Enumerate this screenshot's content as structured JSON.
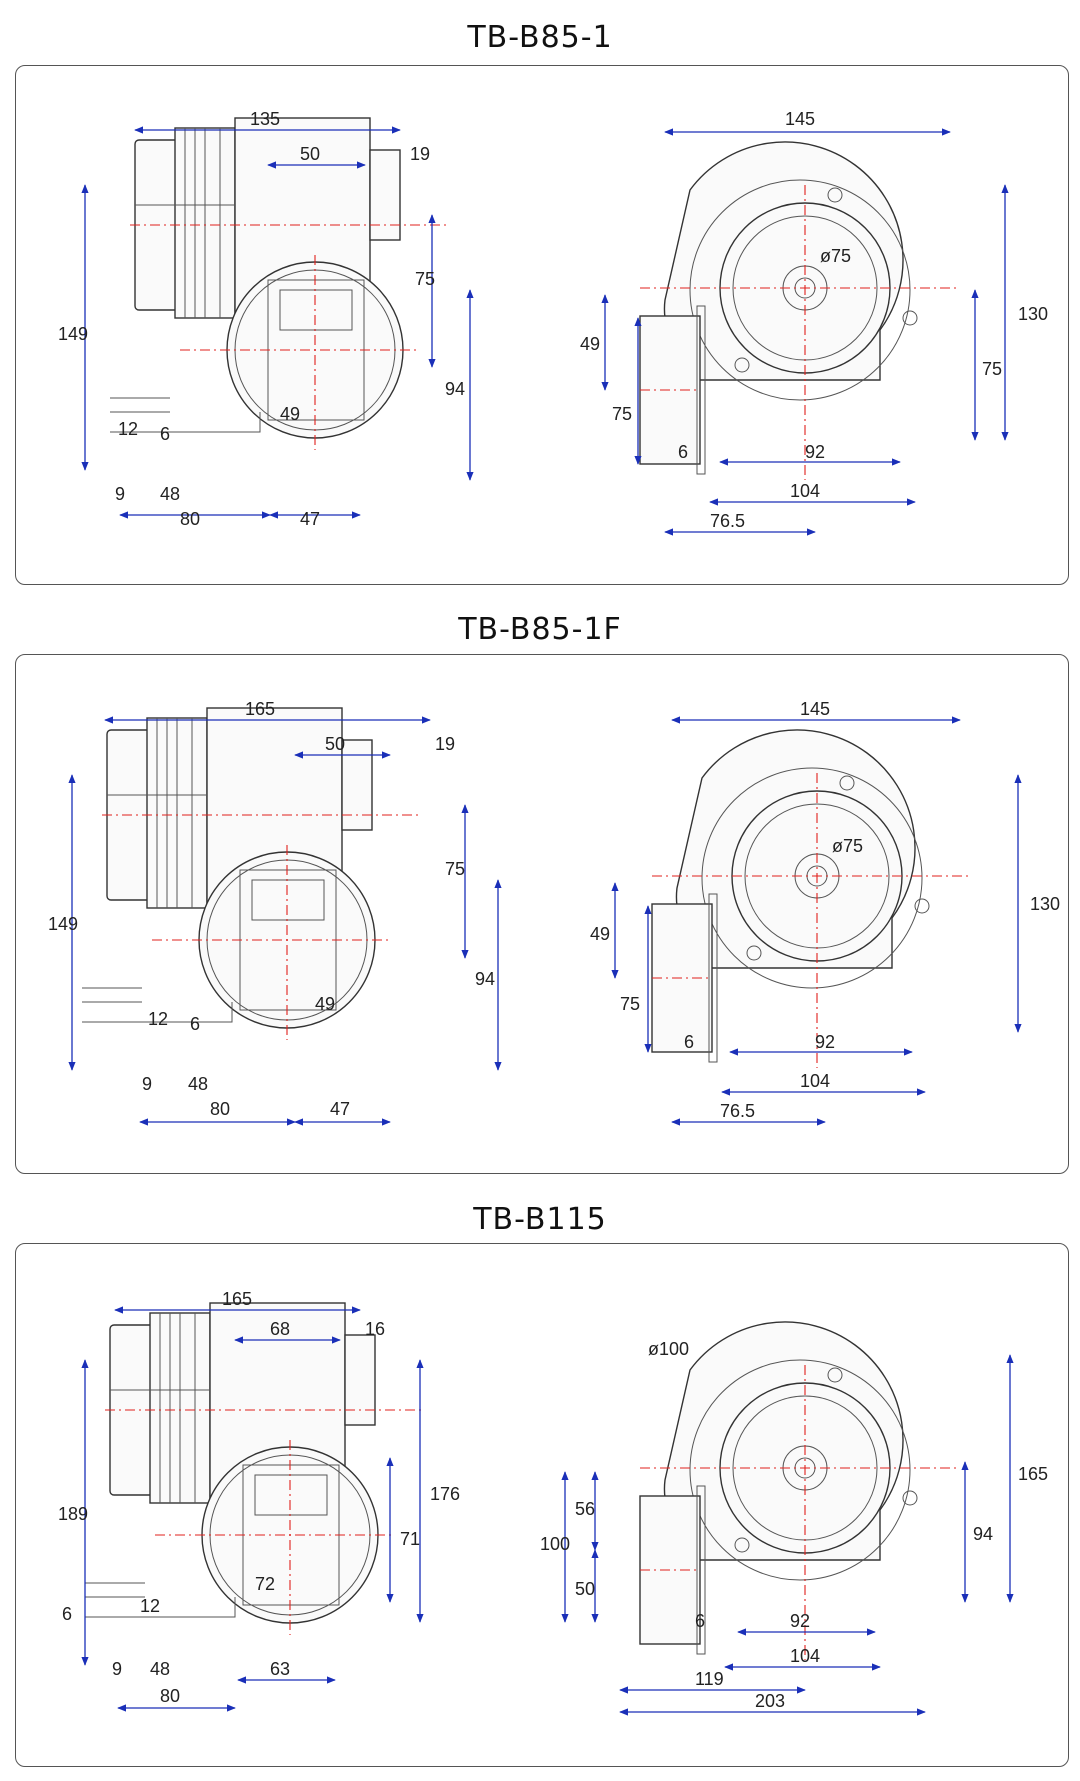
{
  "diagrams": [
    {
      "title": "TB-B85-1",
      "side_labels": [
        "135",
        "50",
        "19",
        "149",
        "75",
        "94",
        "49",
        "12",
        "6",
        "9",
        "48",
        "80",
        "47"
      ],
      "front_labels": [
        "145",
        "ø75",
        "130",
        "49",
        "75",
        "75",
        "6",
        "92",
        "104",
        "76.5"
      ]
    },
    {
      "title": "TB-B85-1F",
      "side_labels": [
        "165",
        "50",
        "19",
        "149",
        "75",
        "94",
        "49",
        "12",
        "6",
        "9",
        "48",
        "80",
        "47"
      ],
      "front_labels": [
        "145",
        "ø75",
        "130",
        "49",
        "75",
        "6",
        "92",
        "104",
        "76.5"
      ]
    },
    {
      "title": "TB-B115",
      "side_labels": [
        "165",
        "68",
        "16",
        "189",
        "176",
        "71",
        "72",
        "6",
        "12",
        "9",
        "48",
        "80",
        "63"
      ],
      "front_labels": [
        "ø100",
        "165",
        "94",
        "100",
        "56",
        "50",
        "6",
        "92",
        "104",
        "119",
        "203"
      ]
    }
  ],
  "colors": {
    "dimension": "#1a2fb8",
    "centerline": "#e0201c",
    "outline": "#333333"
  }
}
